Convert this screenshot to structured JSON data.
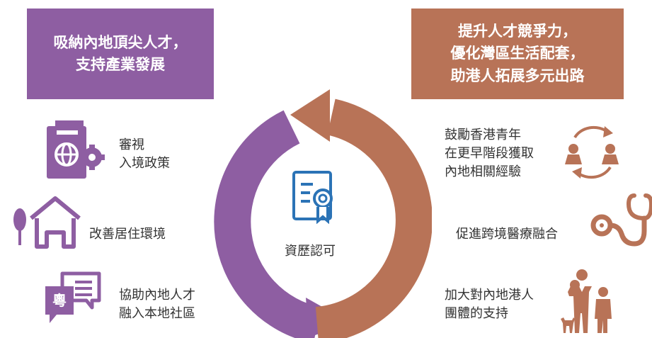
{
  "header_left": "吸納內地頂尖人才，\n支持產業發展",
  "header_right": "提升人才競爭力，\n優化灣區生活配套，\n助港人拓展多元出路",
  "center": "資歷認可",
  "left_items": [
    {
      "label": "審視\n入境政策",
      "icon": "passport-gear-icon"
    },
    {
      "label": "改善居住環境",
      "icon": "house-tree-icon"
    },
    {
      "label": "協助內地人才\n融入本地社區",
      "icon": "cantonese-chat-icon"
    }
  ],
  "right_items": [
    {
      "label": "鼓勵香港青年\n在更早階段獲取\n內地相關經驗",
      "icon": "people-exchange-icon"
    },
    {
      "label": "促進跨境醫療融合",
      "icon": "stethoscope-icon"
    },
    {
      "label": "加大對內地港人\n團體的支持",
      "icon": "family-icon"
    }
  ],
  "chat_glyph": "粵",
  "colors": {
    "purple": "#8e5ea2",
    "brown": "#b87357",
    "blue": "#2b73b6"
  }
}
